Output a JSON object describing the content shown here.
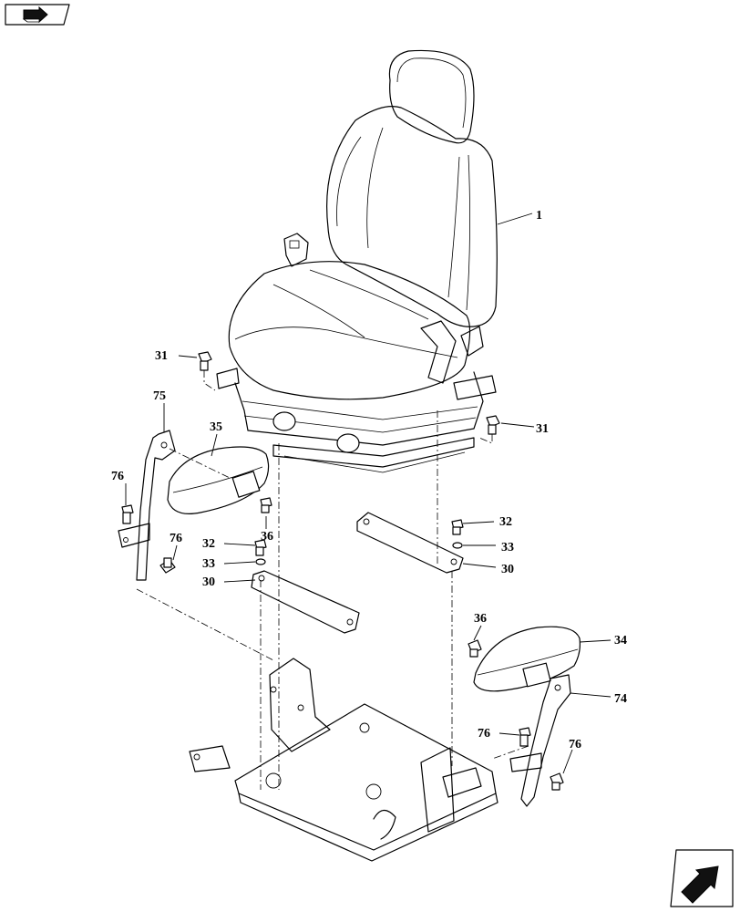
{
  "diagram": {
    "callouts": {
      "c1": "1",
      "c31a": "31",
      "c31b": "31",
      "c75": "75",
      "c35": "35",
      "c76a": "76",
      "c76b": "76",
      "c36a": "36",
      "c32a": "32",
      "c33a": "33",
      "c30a": "30",
      "c32b": "32",
      "c33b": "33",
      "c30b": "30",
      "c36b": "36",
      "c34": "34",
      "c74": "74",
      "c76c": "76",
      "c76d": "76"
    }
  },
  "nav": {
    "top_icon": "previous-page-arrow-icon",
    "bottom_icon": "next-page-arrow-icon"
  }
}
